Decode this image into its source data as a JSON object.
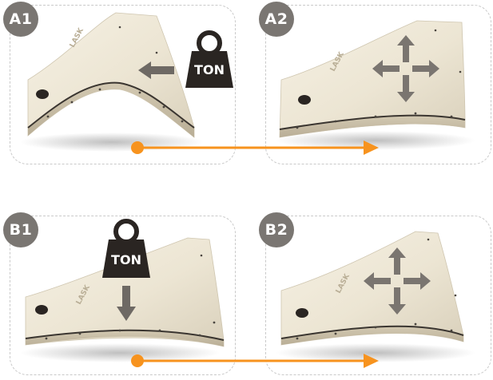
{
  "panels": [
    {
      "id": "A1",
      "label": "A1"
    },
    {
      "id": "A2",
      "label": "A2"
    },
    {
      "id": "B1",
      "label": "B1"
    },
    {
      "id": "B2",
      "label": "B2"
    }
  ],
  "weight_label": "TON",
  "logo_text": "LASK",
  "colors": {
    "badge": "#7a7672",
    "arrow_orange": "#f7931e",
    "plate": "#ece5d3",
    "weight": "#2a2522",
    "gray_arrow": "#7a7570",
    "panel_border": "#c9c9c9"
  }
}
